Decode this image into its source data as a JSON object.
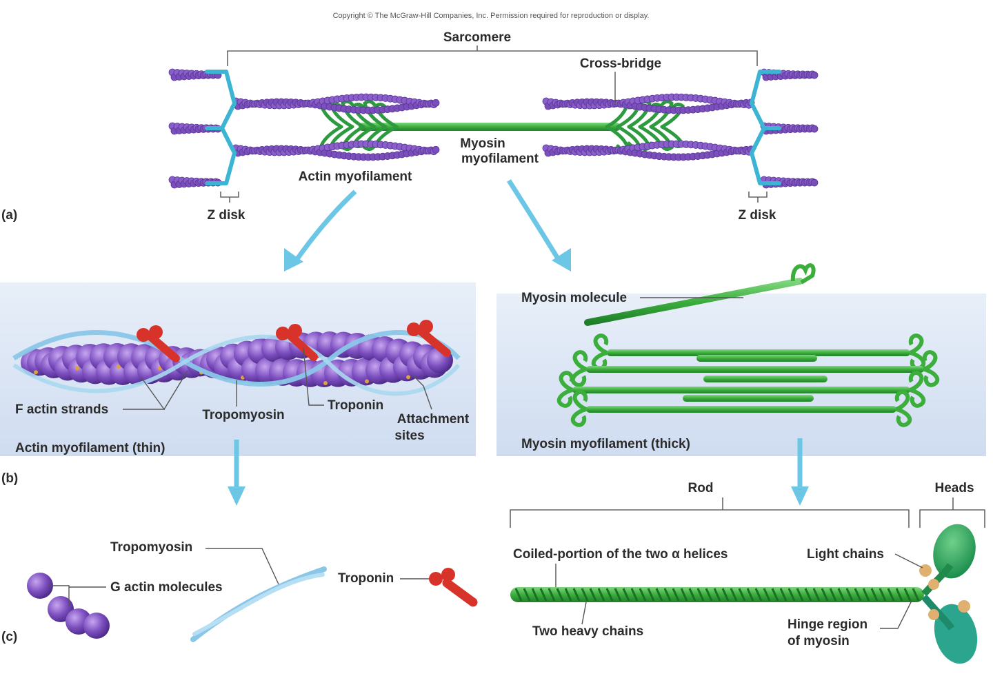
{
  "copyright": "Copyright © The McGraw-Hill Companies, Inc. Permission required for reproduction or display.",
  "panel_a": {
    "tag": "(a)",
    "sarcomere": "Sarcomere",
    "cross_bridge": "Cross-bridge",
    "myosin_myofilament_line1": "Myosin",
    "myosin_myofilament_line2": "myofilament",
    "actin_myofilament": "Actin myofilament",
    "z_disk_left": "Z disk",
    "z_disk_right": "Z disk"
  },
  "panel_b": {
    "tag": "(b)",
    "f_actin_strands": "F actin strands",
    "tropomyosin": "Tropomyosin",
    "troponin": "Troponin",
    "attachment_line1": "Attachment",
    "attachment_line2": "sites",
    "actin_thin": "Actin myofilament (thin)",
    "myosin_molecule": "Myosin molecule",
    "myosin_thick": "Myosin myofilament (thick)"
  },
  "panel_c": {
    "tag": "(c)",
    "tropomyosin": "Tropomyosin",
    "g_actin": "G actin molecules",
    "troponin": "Troponin",
    "rod": "Rod",
    "heads": "Heads",
    "coiled_portion": "Coiled-portion of the two α helices",
    "light_chains": "Light chains",
    "two_heavy_chains": "Two heavy chains",
    "hinge_line1": "Hinge region",
    "hinge_line2": "of myosin"
  },
  "colors": {
    "actin": "#7d4fc0",
    "actin_dark": "#5a3595",
    "myosin": "#3cae3c",
    "myosin_dark": "#1f7f2a",
    "zdisk": "#3cb4d4",
    "tropomyosin": "#8ac6e8",
    "troponin": "#d8332a",
    "panel_bg": "#dce7f6",
    "arrow": "#6cc6e6",
    "light_chain": "#e0b070"
  }
}
